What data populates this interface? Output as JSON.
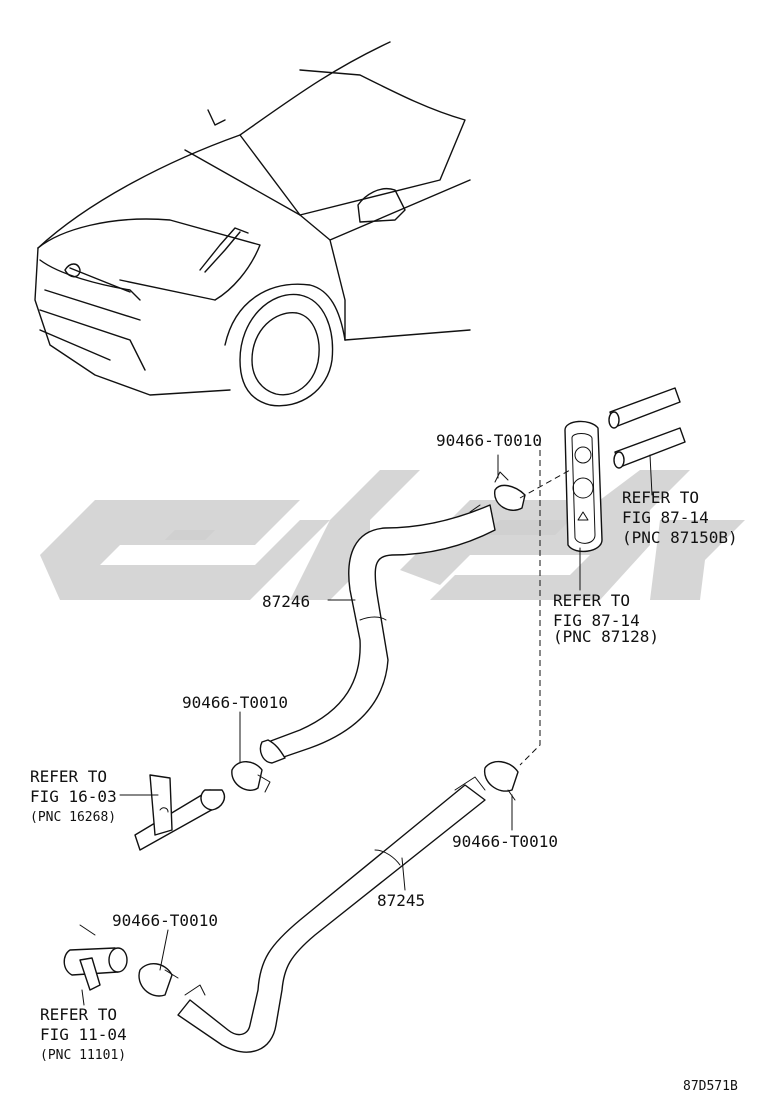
{
  "diagram": {
    "figure_code": "87D571B",
    "parts": [
      {
        "key": "clip_top",
        "number": "90466-T0010"
      },
      {
        "key": "hose_upper",
        "number": "87246"
      },
      {
        "key": "clip_mid_left",
        "number": "90466-T0010"
      },
      {
        "key": "clip_mid_right",
        "number": "90466-T0010"
      },
      {
        "key": "hose_lower",
        "number": "87245"
      },
      {
        "key": "clip_bottom",
        "number": "90466-T0010"
      }
    ],
    "references": [
      {
        "key": "ref_valve_upper",
        "lines": [
          "REFER TO",
          "FIG 87-14",
          "(PNC 87150B)"
        ]
      },
      {
        "key": "ref_valve_lower",
        "lines": [
          "REFER TO",
          "FIG 87-14",
          "(PNC 87128)"
        ]
      },
      {
        "key": "ref_engine",
        "lines": [
          "REFER TO",
          "FIG 16-03",
          "(PNC 16268)"
        ]
      },
      {
        "key": "ref_block",
        "lines": [
          "REFER TO",
          "FIG 11-04",
          "(PNC 11101)"
        ]
      }
    ]
  }
}
